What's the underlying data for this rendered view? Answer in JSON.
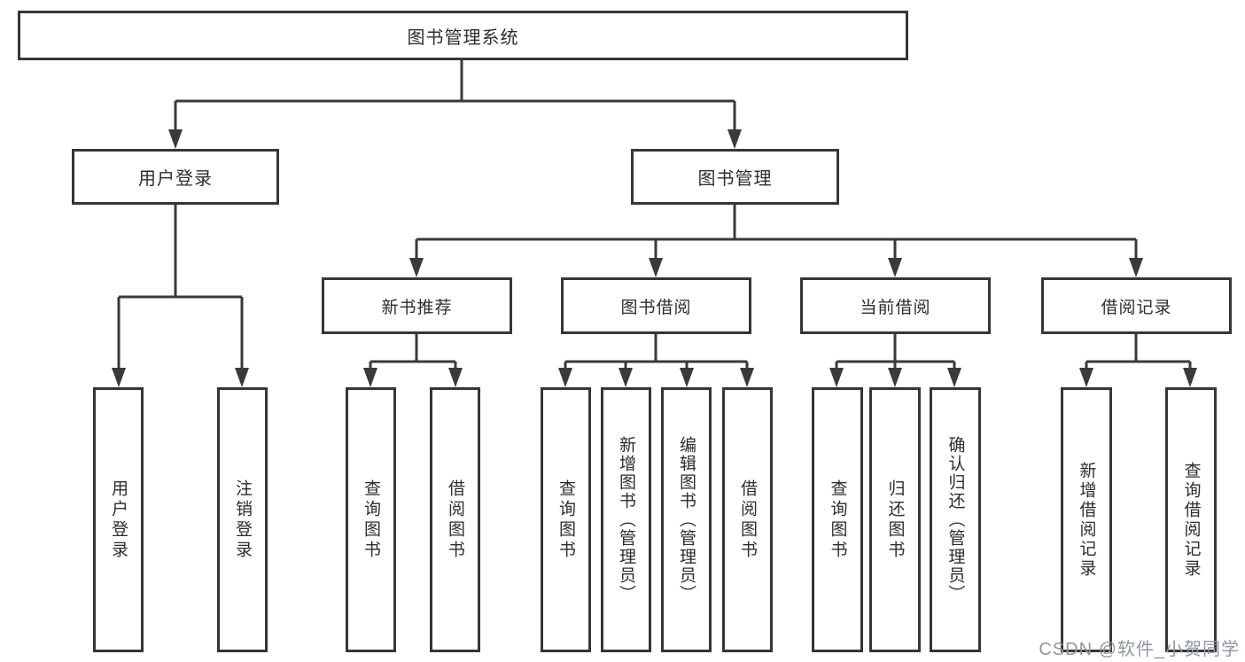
{
  "diagram": {
    "title": "图书管理系统",
    "root": {
      "label": "图书管理系统"
    },
    "level2": [
      {
        "label": "用户登录"
      },
      {
        "label": "图书管理"
      }
    ],
    "level3": [
      {
        "label": "新书推荐"
      },
      {
        "label": "图书借阅"
      },
      {
        "label": "当前借阅"
      },
      {
        "label": "借阅记录"
      }
    ],
    "leaves": {
      "user_login": [
        {
          "label": "用户登录"
        },
        {
          "label": "注销登录"
        }
      ],
      "new_book": [
        {
          "label": "查询图书"
        },
        {
          "label": "借阅图书"
        }
      ],
      "book_borrow": [
        {
          "label": "查询图书"
        },
        {
          "label": "新增图书（管理员）"
        },
        {
          "label": "编辑图书（管理员）"
        },
        {
          "label": "借阅图书"
        }
      ],
      "current_borrow": [
        {
          "label": "查询图书"
        },
        {
          "label": "归还图书"
        },
        {
          "label": "确认归还（管理员）"
        }
      ],
      "borrow_records": [
        {
          "label": "新增借阅记录"
        },
        {
          "label": "查询借阅记录"
        }
      ]
    }
  },
  "watermark": {
    "text": "CSDN @软件_小贺同学"
  },
  "colors": {
    "line": "#3a3a3a",
    "box_border": "#363636",
    "text": "#2d2d2d",
    "background": "#ffffff",
    "watermark": "#8f969e"
  }
}
